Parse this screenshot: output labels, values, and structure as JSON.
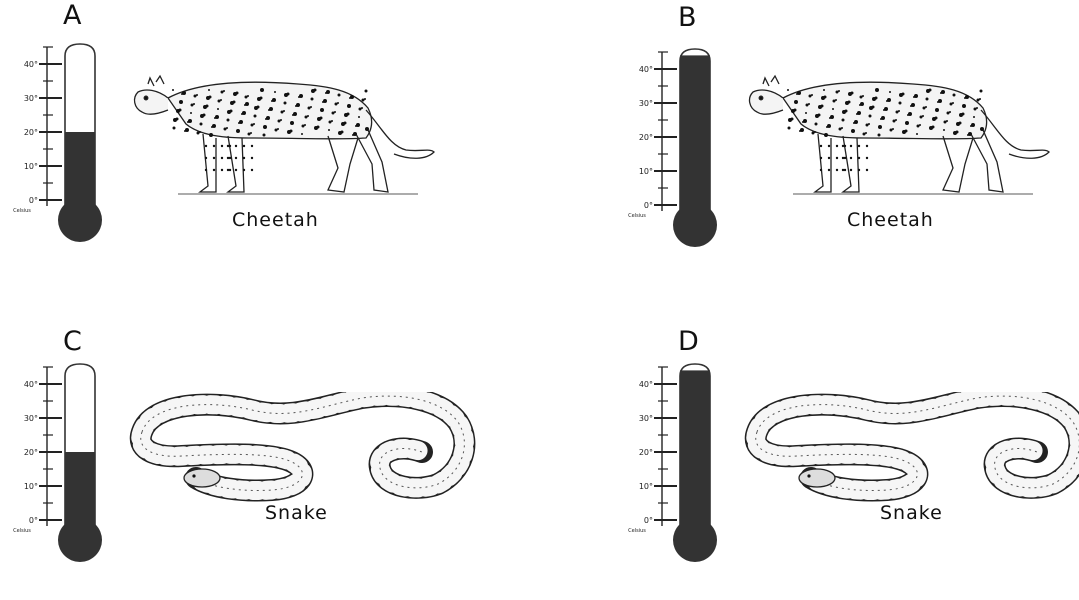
{
  "panels": [
    {
      "letter": "A",
      "animal": "Cheetah",
      "temperature_fill_celsius": 20
    },
    {
      "letter": "B",
      "animal": "Cheetah",
      "temperature_fill_celsius": 44
    },
    {
      "letter": "C",
      "animal": "Snake",
      "temperature_fill_celsius": 20
    },
    {
      "letter": "D",
      "animal": "Snake",
      "temperature_fill_celsius": 44
    }
  ],
  "thermometer": {
    "ticks": [
      "0°",
      "10°",
      "20°",
      "30°",
      "40°"
    ],
    "unit": "Celsius",
    "fill_color": "#333333",
    "outline_color": "#333333"
  },
  "icons": {
    "cheetah": "cheetah-illustration",
    "snake": "snake-illustration"
  }
}
